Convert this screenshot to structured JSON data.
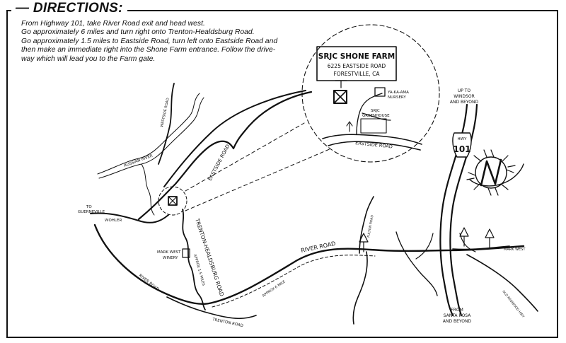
{
  "heading": "DIRECTIONS:",
  "steps": [
    "From Highway 101, take River Road exit and head west.",
    "Go approximately 6 miles and turn right onto Trenton-Healdsburg Road.",
    "Go approximately 1.5 miles to Eastside Road, turn left onto Eastside Road and",
    "then make an immediate right into the Shone Farm entrance.  Follow the drive-",
    "way which will lead you to the Farm gate."
  ],
  "inset": {
    "title": "SRJC SHONE FARM",
    "address_line1": "6225 EASTSIDE ROAD",
    "address_line2": "FORESTVILLE, CA",
    "nursery": "YA-KA-AMA",
    "nursery2": "NURSERY",
    "greenhouse1": "SRJC",
    "greenhouse2": "GREENHOUSE",
    "road": "EASTSIDE ROAD"
  },
  "labels": {
    "westside_road": "WESTSIDE ROAD",
    "russian_river": "RUSSIAN RIVER",
    "eastside_road": "EASTSIDE ROAD",
    "to": "TO",
    "guerneville": "GUERNEVILLE",
    "wohler": "WOHLER",
    "trenton_healdsburg": "TRENTON-HEALDSBURG ROAD",
    "approx_1_5": "APPROX 1.5 MILES",
    "mark_west_winery1": "MARK WEST",
    "mark_west_winery2": "WINERY",
    "river_road": "RIVER ROAD",
    "fulton_road": "FULTON ROAD",
    "approx_6": "APPROX 6 MILE",
    "river_road_sw": "RIVER ROAD",
    "trenton_road": "TRENTON ROAD",
    "up_to1": "UP TO",
    "up_to2": "WINDSOR",
    "up_to3": "AND BEYOND",
    "hwy": "HWY",
    "hwy_num": "101",
    "mark_west": "MARK WEST",
    "old_redwood": "OLD REDWOOD HWY",
    "from1": "FROM",
    "from2": "SANTA ROSA",
    "from3": "AND BEYOND"
  }
}
